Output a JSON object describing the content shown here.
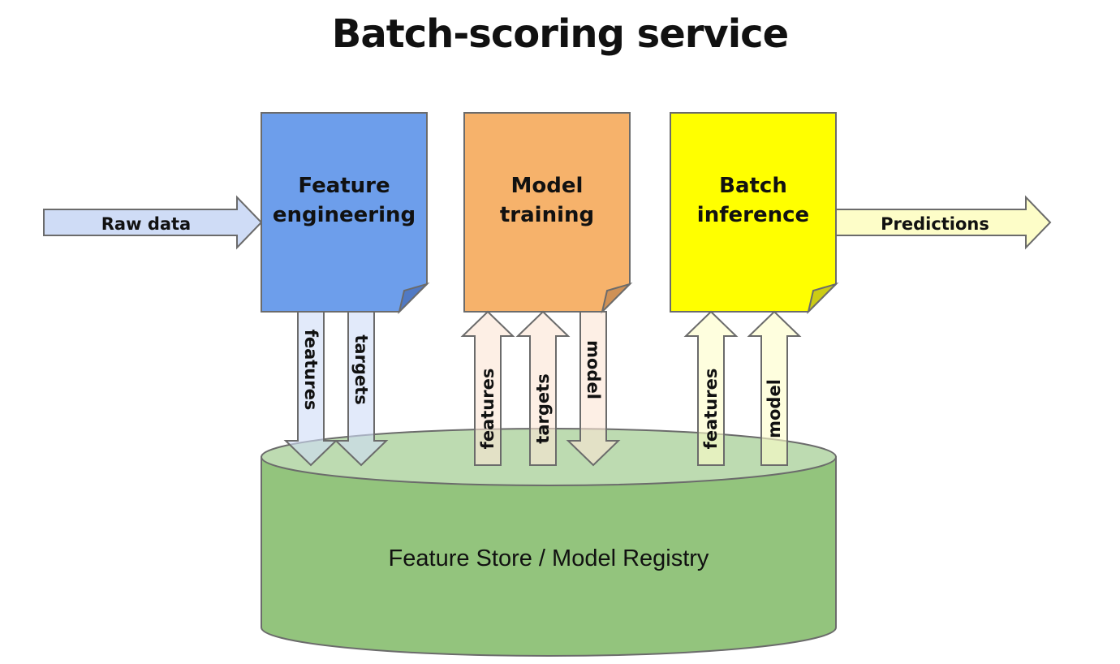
{
  "title": "Batch-scoring service",
  "colors": {
    "feature_engineering": "#6d9eeb",
    "model_training": "#f6b26b",
    "batch_inference": "#ffff00",
    "feature_engineering_fold": "#5079c4",
    "model_training_fold": "#cf9156",
    "batch_inference_fold": "#cccc14",
    "arrow_blue": "#cfdcf6",
    "arrow_orange": "#fce5d3",
    "arrow_yellow": "#fdfdc8",
    "store_body": "#93c47d",
    "store_top": "#bddbb1",
    "outline": "#6b6b6b"
  },
  "input_arrow": {
    "label": "Raw data"
  },
  "output_arrow": {
    "label": "Predictions"
  },
  "stages": [
    {
      "id": "feature_engineering",
      "lines": [
        "Feature",
        "engineering"
      ]
    },
    {
      "id": "model_training",
      "lines": [
        "Model",
        "training"
      ]
    },
    {
      "id": "batch_inference",
      "lines": [
        "Batch",
        "inference"
      ]
    }
  ],
  "flows": [
    {
      "stage": "feature_engineering",
      "label": "features",
      "direction": "to-store"
    },
    {
      "stage": "feature_engineering",
      "label": "targets",
      "direction": "to-store"
    },
    {
      "stage": "model_training",
      "label": "features",
      "direction": "from-store"
    },
    {
      "stage": "model_training",
      "label": "targets",
      "direction": "from-store"
    },
    {
      "stage": "model_training",
      "label": "model",
      "direction": "to-store"
    },
    {
      "stage": "batch_inference",
      "label": "features",
      "direction": "from-store"
    },
    {
      "stage": "batch_inference",
      "label": "model",
      "direction": "from-store"
    }
  ],
  "store": {
    "label": "Feature Store / Model Registry"
  }
}
